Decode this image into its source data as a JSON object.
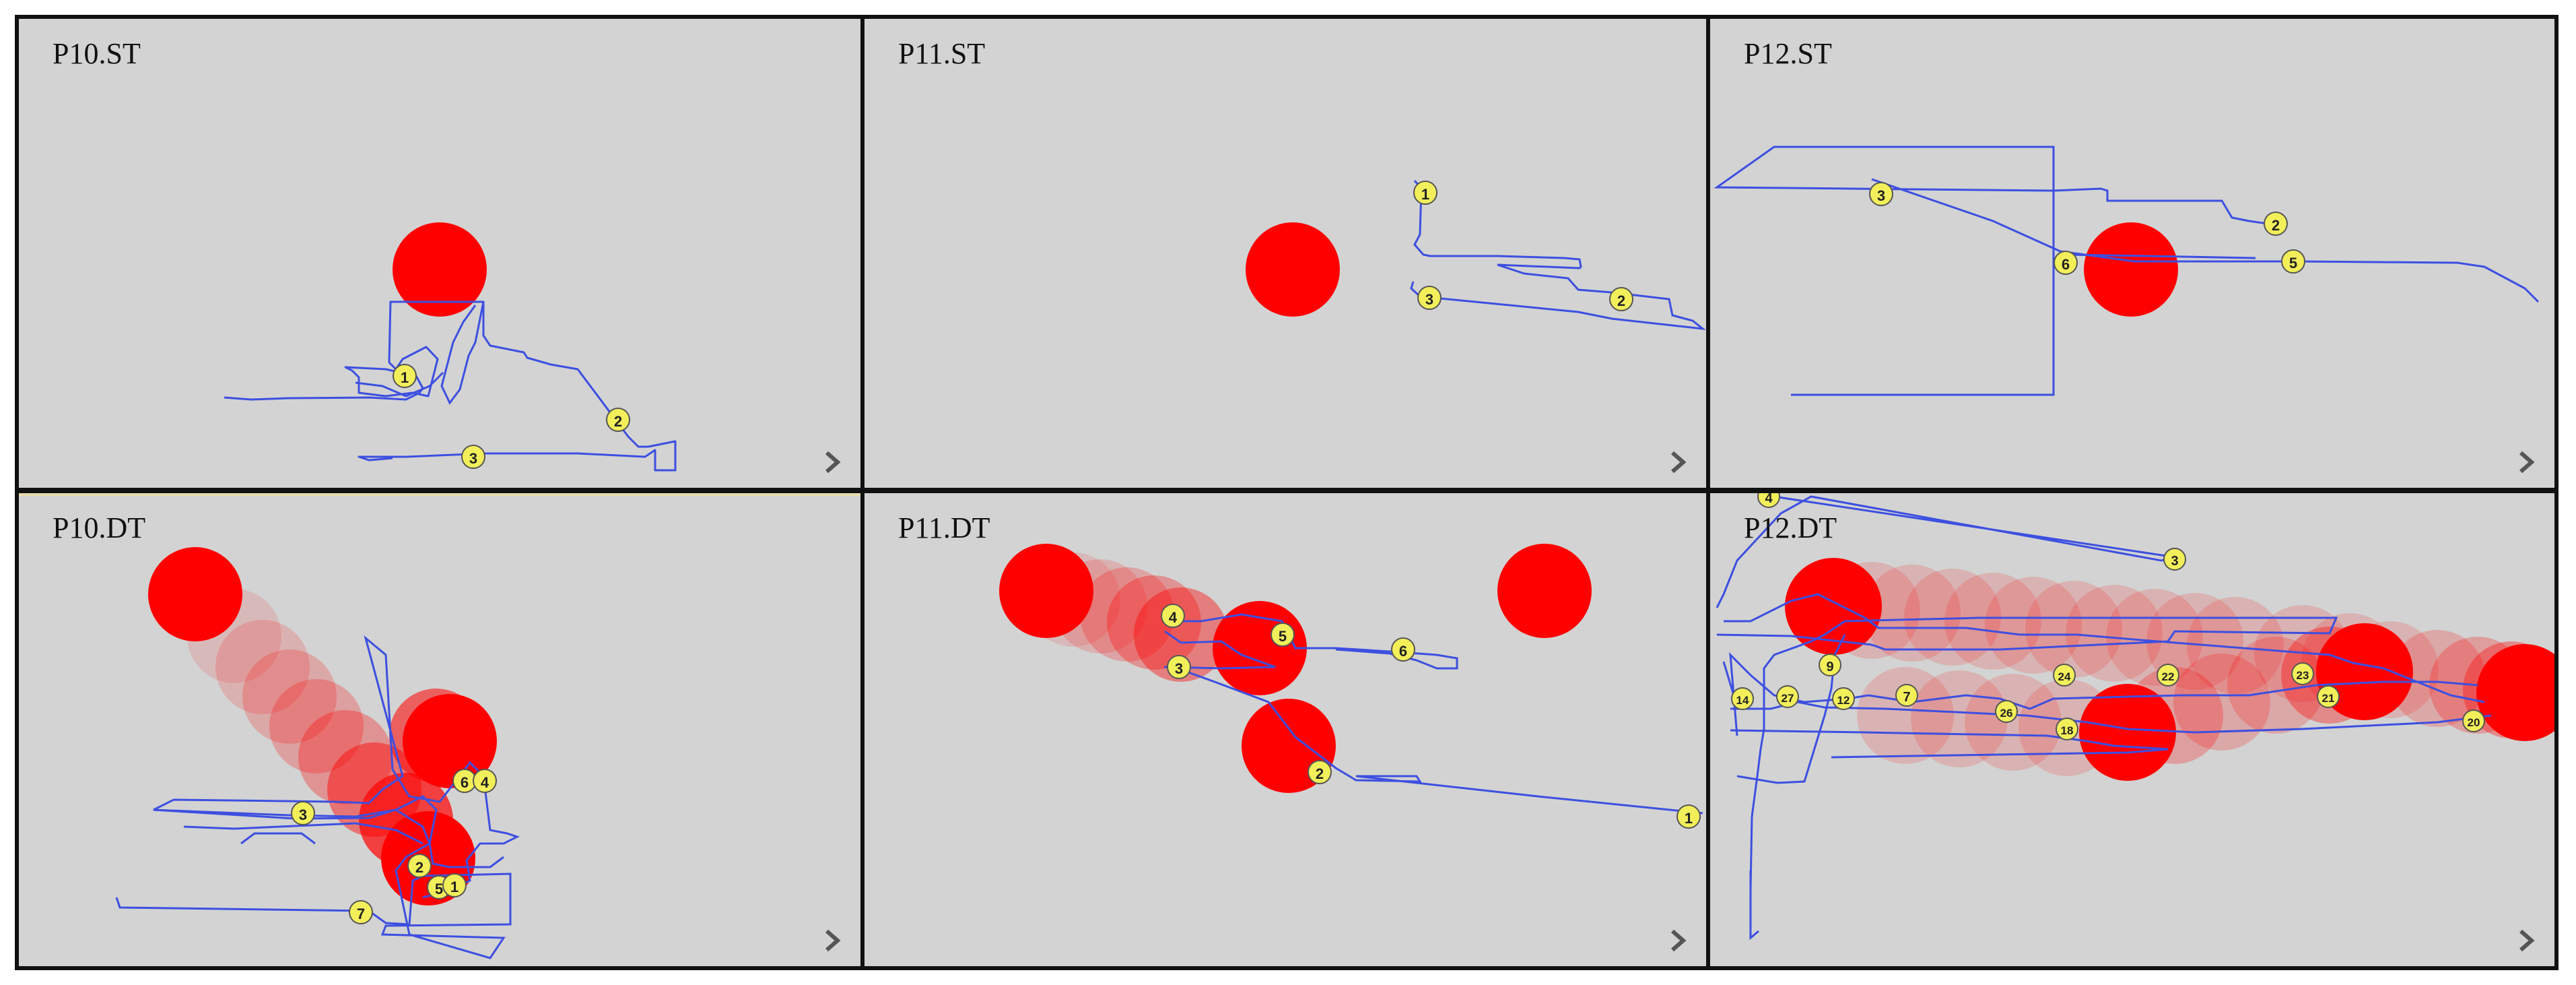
{
  "colors": {
    "background": "#d3d3d3",
    "target": "#ff0000",
    "path": "#3d4fe0",
    "marker_fill": "#f2ef5a",
    "marker_stroke": "#555555",
    "divider": "#111111"
  },
  "icons": {
    "next": "chevron-right-icon"
  },
  "panels": [
    {
      "title": "P10.ST",
      "markers": [
        "1",
        "2",
        "3"
      ]
    },
    {
      "title": "P11.ST",
      "markers": [
        "1",
        "2",
        "3"
      ]
    },
    {
      "title": "P12.ST",
      "markers": [
        "3",
        "2",
        "6",
        "5"
      ]
    },
    {
      "title": "P10.DT",
      "markers": [
        "3",
        "6",
        "4",
        "2",
        "5",
        "1",
        "7"
      ]
    },
    {
      "title": "P11.DT",
      "markers": [
        "4",
        "5",
        "6",
        "3",
        "2",
        "1"
      ]
    },
    {
      "title": "P12.DT",
      "markers": [
        "4",
        "3",
        "9",
        "14",
        "27",
        "12",
        "7",
        "24",
        "22",
        "23",
        "21",
        "26",
        "18",
        "20"
      ]
    }
  ]
}
